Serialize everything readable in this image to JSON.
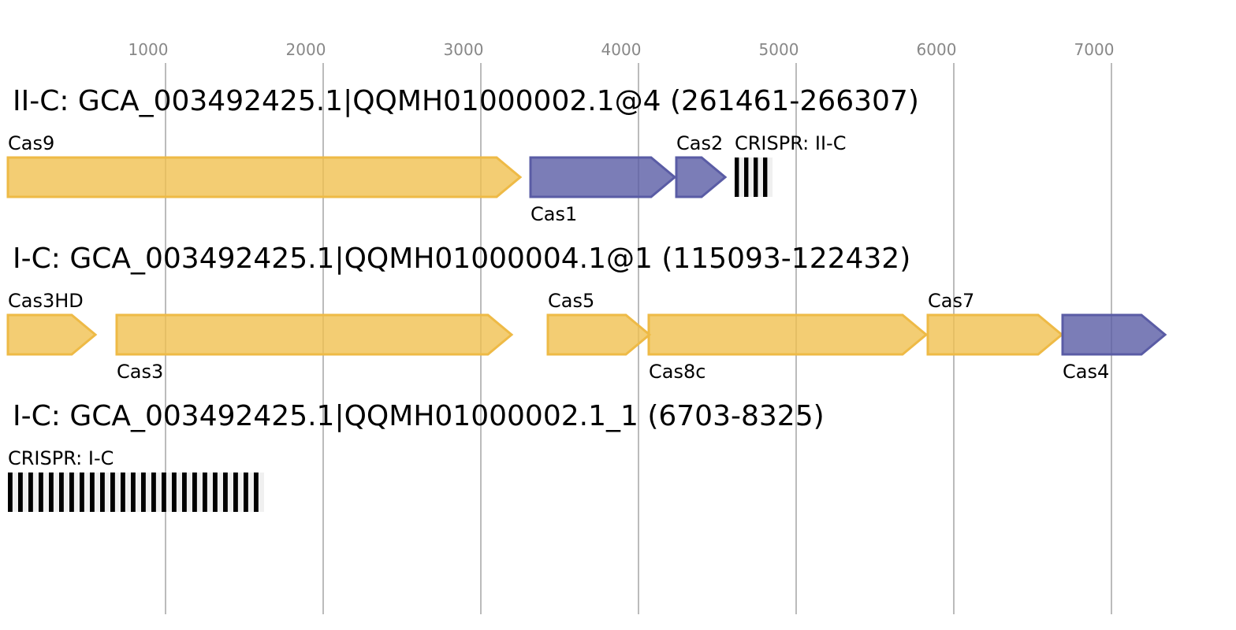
{
  "ruler": {
    "ticks": [
      1000,
      2000,
      3000,
      4000,
      5000,
      6000,
      7000
    ],
    "tick_labels": [
      "1000",
      "2000",
      "3000",
      "4000",
      "5000",
      "6000",
      "7000"
    ]
  },
  "colors": {
    "effector_fill": "#f0c050",
    "effector_stroke": "#eeba46",
    "adaptation_fill": "#5a5ca5",
    "adaptation_stroke": "#5a5ca5",
    "crispr_repeat": "#000000",
    "crispr_spacer": "#f0f0f0"
  },
  "loci": [
    {
      "title": "II-C: GCA_003492425.1|QQMH01000002.1@4 (261461-266307)",
      "genes": [
        {
          "name": "Cas9",
          "start": 0,
          "end": 3250,
          "category": "effector",
          "label_pos": "above"
        },
        {
          "name": "Cas1",
          "start": 3315,
          "end": 4230,
          "category": "adaptation",
          "label_pos": "below"
        },
        {
          "name": "Cas2",
          "start": 4240,
          "end": 4550,
          "category": "adaptation",
          "label_pos": "above"
        }
      ],
      "crisprs": [
        {
          "name": "CRISPR: II-C",
          "start": 4610,
          "end": 4850,
          "repeats": 4
        }
      ]
    },
    {
      "title": "I-C: GCA_003492425.1|QQMH01000004.1@1 (115093-122432)",
      "genes": [
        {
          "name": "Cas3HD",
          "start": 0,
          "end": 555,
          "category": "effector",
          "label_pos": "above"
        },
        {
          "name": "Cas3",
          "start": 690,
          "end": 3195,
          "category": "effector",
          "label_pos": "below"
        },
        {
          "name": "Cas5",
          "start": 3425,
          "end": 4070,
          "category": "effector",
          "label_pos": "above"
        },
        {
          "name": "Cas8c",
          "start": 4065,
          "end": 5825,
          "category": "effector",
          "label_pos": "below"
        },
        {
          "name": "Cas7",
          "start": 5835,
          "end": 6685,
          "category": "effector",
          "label_pos": "above"
        },
        {
          "name": "Cas4",
          "start": 6690,
          "end": 7340,
          "category": "adaptation",
          "label_pos": "below"
        }
      ],
      "crisprs": []
    },
    {
      "title": "I-C: GCA_003492425.1|QQMH01000002.1_1 (6703-8325)",
      "genes": [],
      "crisprs": [
        {
          "name": "CRISPR: I-C",
          "start": 0,
          "end": 1625,
          "repeats": 25
        }
      ]
    }
  ]
}
